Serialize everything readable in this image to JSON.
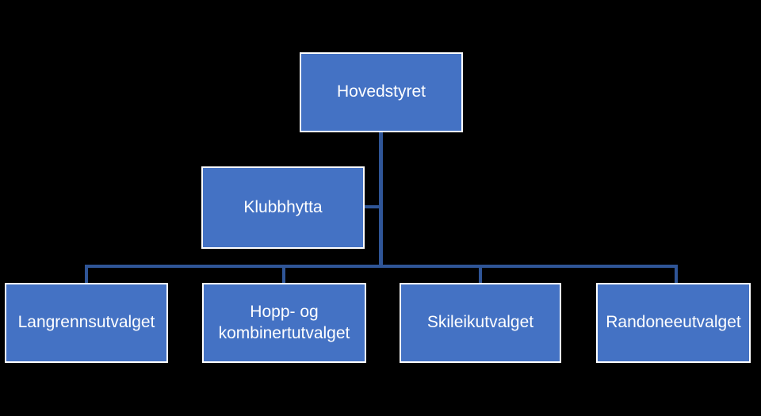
{
  "colors": {
    "background": "#000000",
    "node_fill": "#4472C4",
    "node_border": "#FFFFFF",
    "node_text": "#FFFFFF",
    "connector": "#2F5597"
  },
  "org_chart": {
    "root": {
      "label": "Hovedstyret"
    },
    "assistant": {
      "label": "Klubbhytta"
    },
    "children": [
      {
        "label": "Langrennsutvalget"
      },
      {
        "label": "Hopp- og kombinertutvalget"
      },
      {
        "label": "Skileikutvalget"
      },
      {
        "label": "Randoneeutvalget"
      }
    ]
  }
}
